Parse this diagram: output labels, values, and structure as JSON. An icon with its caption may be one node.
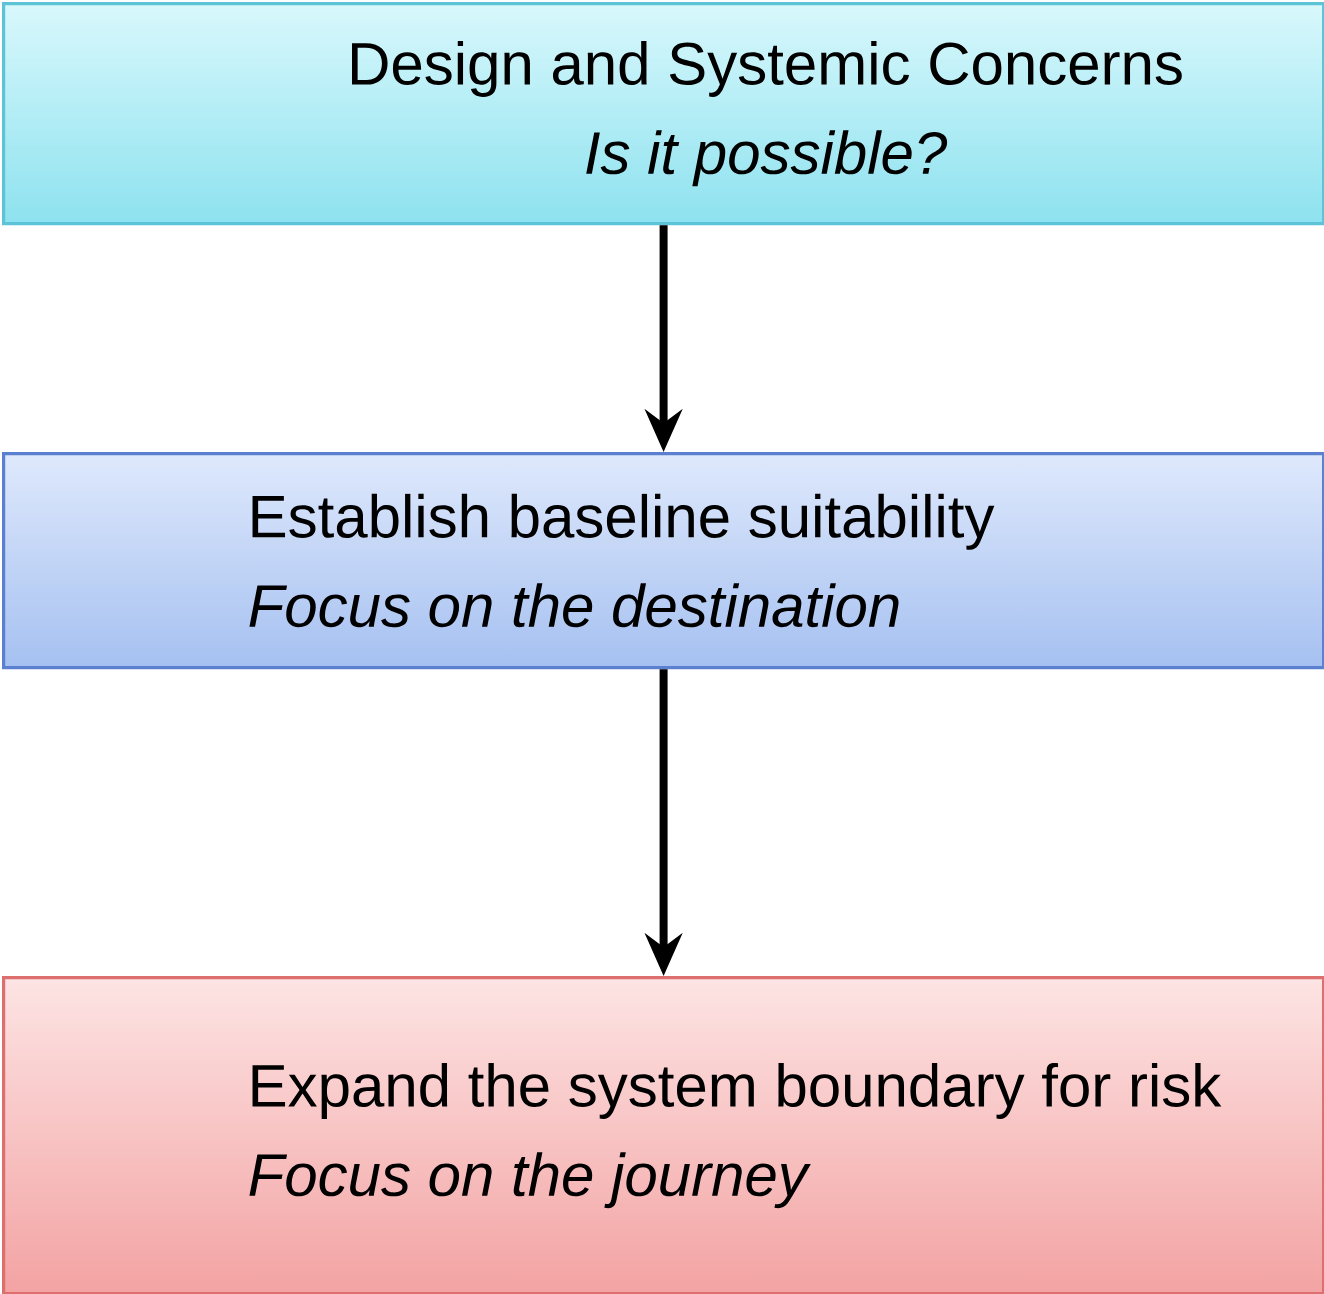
{
  "diagram": {
    "nodes": [
      {
        "text": [
          "Design and Systemic Concerns",
          "Is it possible?"
        ]
      },
      {
        "text": [
          "Establish baseline suitability",
          "Focus on the destination"
        ]
      },
      {
        "text": [
          "Expand the system boundary for risk",
          "Focus on the journey"
        ]
      }
    ],
    "edges": [
      {
        "from": 0,
        "to": 1,
        "arrow": "to"
      },
      {
        "from": 1,
        "to": 2,
        "arrow": "to"
      }
    ]
  }
}
